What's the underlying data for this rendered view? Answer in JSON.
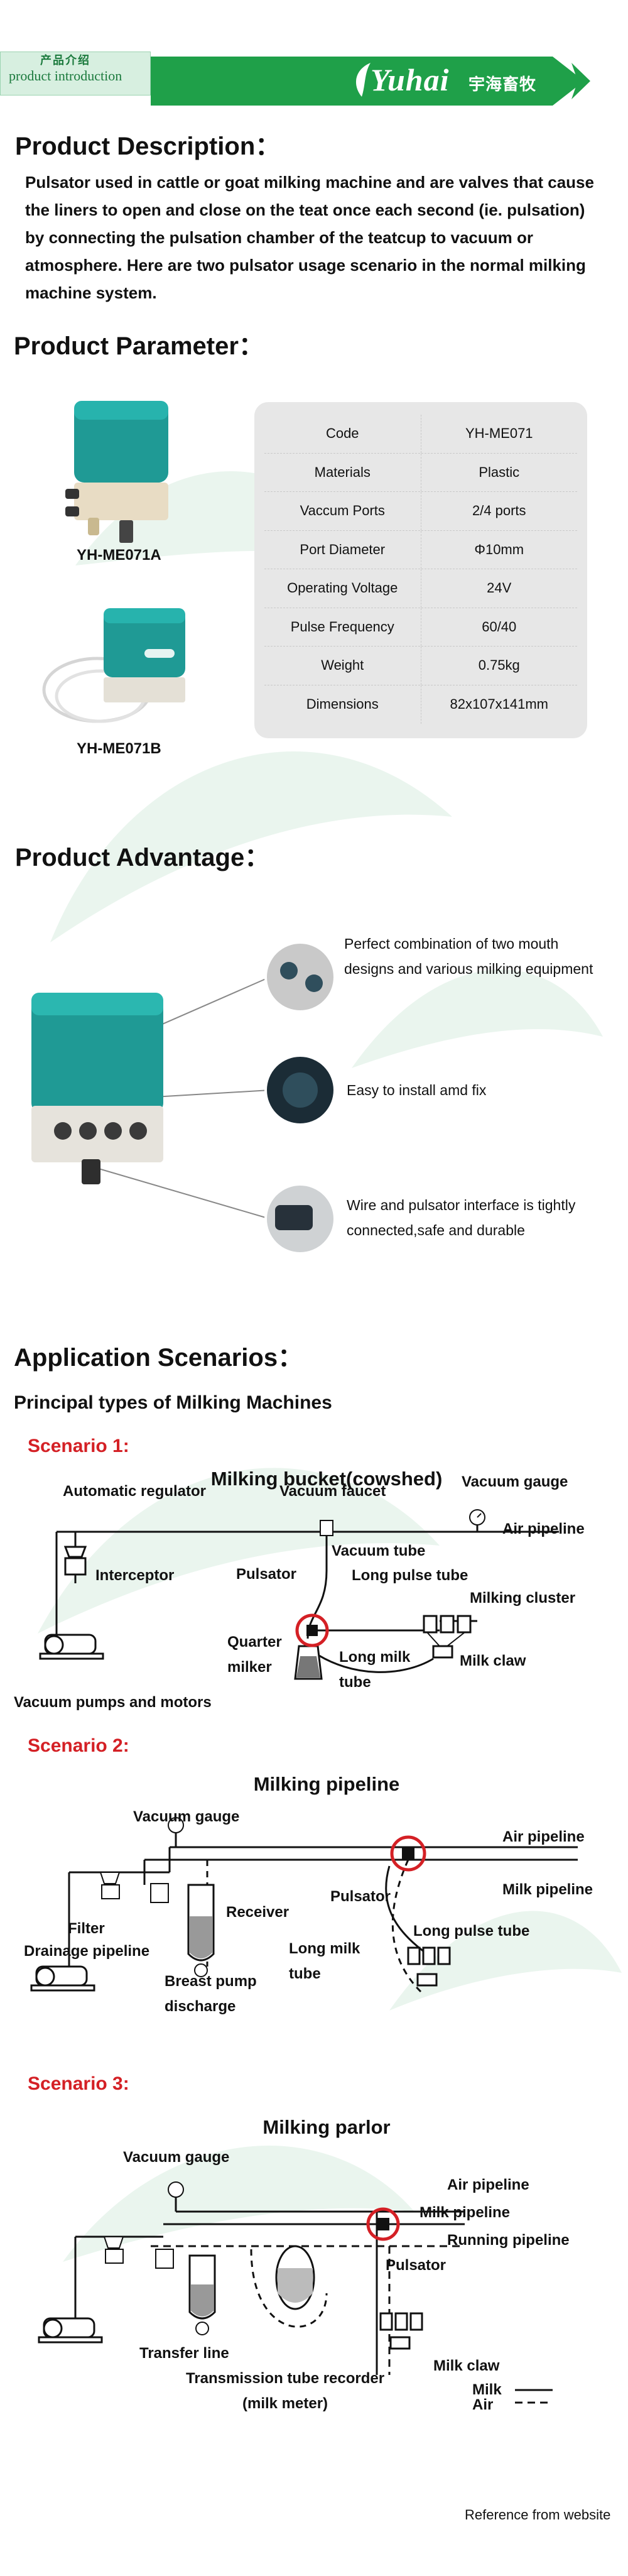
{
  "header": {
    "tab_cn": "产品介绍",
    "tab_en": "product introduction",
    "logo_en": "Yuhai",
    "logo_cn": "宇海畜牧"
  },
  "description": {
    "title": "Product Description：",
    "text": "Pulsator used in cattle or goat milking machine and are valves that cause the liners to open and close on the teat once each second (ie. pulsation) by connecting the pulsation chamber of the teatcup to vacuum or atmosphere. Here are two pulsator usage scenario in the normal milking machine system."
  },
  "parameter": {
    "title": "Product Parameter：",
    "model_a": "YH-ME071A",
    "model_b": "YH-ME071B",
    "rows": [
      {
        "k": "Code",
        "v": "YH-ME071"
      },
      {
        "k": "Materials",
        "v": "Plastic"
      },
      {
        "k": "Vaccum Ports",
        "v": "2/4 ports"
      },
      {
        "k": "Port Diameter",
        "v": "Φ10mm"
      },
      {
        "k": "Operating Voltage",
        "v": "24V"
      },
      {
        "k": "Pulse Frequency",
        "v": "60/40"
      },
      {
        "k": "Weight",
        "v": "0.75kg"
      },
      {
        "k": "Dimensions",
        "v": "82x107x141mm"
      }
    ]
  },
  "advantage": {
    "title": "Product Advantage：",
    "item1_l1": "Perfect combination of two mouth",
    "item1_l2": "designs and various milking equipment",
    "item2": "Easy to install amd fix",
    "item3_l1": "Wire and pulsator interface is tightly",
    "item3_l2": "connected,safe and durable"
  },
  "application": {
    "title": "Application Scenarios：",
    "subtitle": "Principal types of Milking Machines"
  },
  "scenario1": {
    "label": "Scenario 1:",
    "title": "Milking bucket(cowshed)",
    "automatic_regulator": "Automatic regulator",
    "vacuum_faucet": "Vacuum faucet",
    "vacuum_gauge": "Vacuum gauge",
    "air_pipeline": "Air pipeline",
    "interceptor": "Interceptor",
    "vacuum_tube": "Vacuum tube",
    "pulsator": "Pulsator",
    "long_pulse_tube": "Long pulse tube",
    "milking_cluster": "Milking cluster",
    "quarter": "Quarter",
    "milker": "milker",
    "long_milk": "Long milk",
    "tube": "tube",
    "milk_claw": "Milk claw",
    "vacuum_pumps": "Vacuum pumps and motors"
  },
  "scenario2": {
    "label": "Scenario 2:",
    "title": "Milking pipeline",
    "vacuum_gauge": "Vacuum gauge",
    "air_pipeline": "Air pipeline",
    "milk_pipeline": "Milk pipeline",
    "receiver": "Receiver",
    "pulsator": "Pulsator",
    "filter": "Filter",
    "drainage_pipeline": "Drainage pipeline",
    "long_pulse_tube": "Long pulse tube",
    "long_milk": "Long milk",
    "tube": "tube",
    "breast_pump": "Breast pump",
    "discharge": "discharge"
  },
  "scenario3": {
    "label": "Scenario 3:",
    "title": "Milking parlor",
    "vacuum_gauge": "Vacuum gauge",
    "air_pipeline": "Air pipeline",
    "milk_pipeline": "Milk pipeline",
    "running_pipeline": "Running pipeline",
    "pulsator": "Pulsator",
    "transfer_line": "Transfer line",
    "milk_claw": "Milk claw",
    "recorder": "Transmission tube recorder",
    "milk_meter": "(milk meter)",
    "legend_milk": "Milk",
    "legend_air": "Air"
  },
  "footer": {
    "reference": "Reference from website"
  },
  "colors": {
    "brand_green": "#1fa049",
    "teal": "#1f9a95",
    "scenario_red": "#d42025"
  }
}
